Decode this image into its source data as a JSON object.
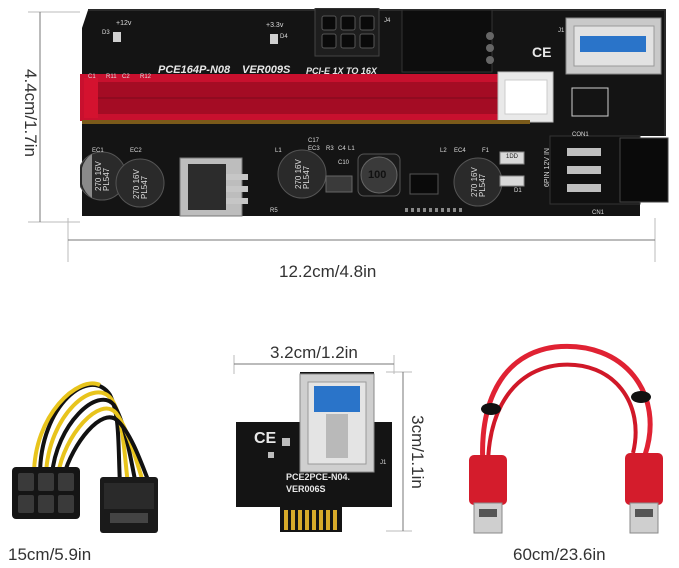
{
  "dimensions": {
    "board_height": "4.4cm/1.7in",
    "board_width": "12.2cm/4.8in",
    "adapter_width": "3.2cm/1.2in",
    "adapter_height": "3cm/1.1in",
    "cable_power": "15cm/5.9in",
    "cable_usb": "60cm/23.6in"
  },
  "riser_board": {
    "model": "PCE164P-N08",
    "version": "VER009S",
    "slot_label": "PCI-E  1X  TO  16X",
    "v12": "+12v",
    "v33": "+3.3v",
    "cap_label": "270 16V PL547",
    "inductor": "100",
    "power_label": "6PIN 12V IN",
    "ce_mark": "CE",
    "ref_j4": "J4",
    "ref_j1": "J1",
    "ref_con1": "CON1",
    "ref_ec1": "EC1",
    "ref_ec2": "EC2",
    "ref_ec3": "EC3",
    "ref_ec4": "EC4",
    "ref_l1": "L1",
    "ref_l2": "L2",
    "ref_f1": "F1",
    "ref_d1": "D1",
    "ref_r5": "R5",
    "ref_d3": "D3",
    "ref_d4": "D4",
    "ref_c17": "C17",
    "ref_r3": "R3",
    "ref_c4": "C4",
    "ref_c10": "C10",
    "ref_c1": "C1",
    "ref_r11": "R11",
    "ref_c2": "C2",
    "ref_r12": "R12",
    "ref_cn1": "CN1",
    "resistor_code": "1DD"
  },
  "adapter_card": {
    "model": "PCE2PCE-N04.",
    "version": "VER006S",
    "ce_mark": "CE",
    "ref_j1": "J1"
  }
}
